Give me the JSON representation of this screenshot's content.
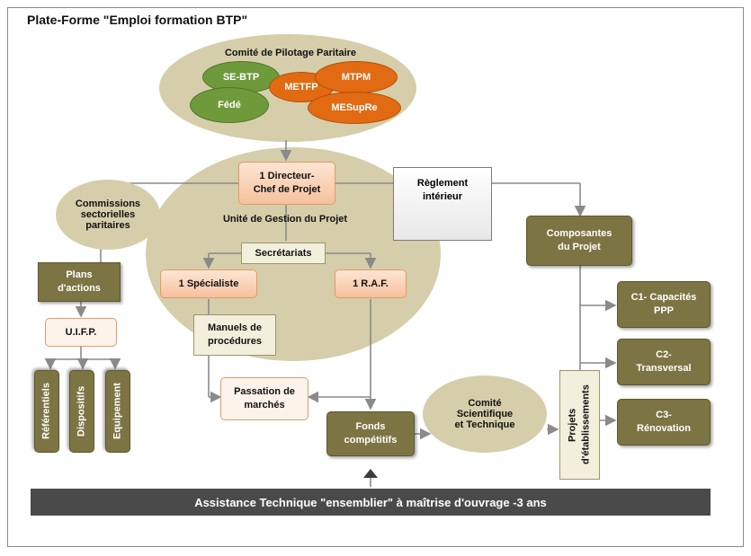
{
  "title": "Plate-Forme \"Emploi formation BTP\"",
  "pilotage": {
    "label": "Comité de Pilotage  Paritaire",
    "members": [
      "SE-BTP",
      "Fédé",
      "METFP",
      "MTPM",
      "MESupRe"
    ]
  },
  "ugp": {
    "label": "Unité de Gestion du Projet",
    "directeur": "1 Directeur-\nChef de Projet",
    "secretariats": "Secrétariats",
    "specialiste": "1 Spécialiste",
    "raf": "1 R.A.F."
  },
  "reglement": "Règlement\nintérieur",
  "commissions": "Commissions\nsectorielles\nparitaires",
  "plans": "Plans\nd'actions",
  "uifp": "U.I.F.P.",
  "uifp_children": [
    "Référentiels",
    "Dispositifs",
    "Equipement"
  ],
  "manuels": "Manuels de\nprocédures",
  "passation": "Passation de\nmarchés",
  "fonds": "Fonds\ncompétitifs",
  "comite_scientifique": "Comité\nScientifique\net Technique",
  "projets": "Projets\nd'établissements",
  "composantes": "Composantes\ndu Projet",
  "components": [
    "C1- Capacités\nPPP",
    "C2-\nTransversal",
    "C3-\nRénovation"
  ],
  "banner": "Assistance Technique \"ensemblier\" à maîtrise d'ouvrage -3 ans",
  "colors": {
    "olive": "#7d7443",
    "peach": "#f6c19d",
    "khaki": "#d6ceaa",
    "green": "#6e9a3c",
    "orange": "#e26a12"
  }
}
